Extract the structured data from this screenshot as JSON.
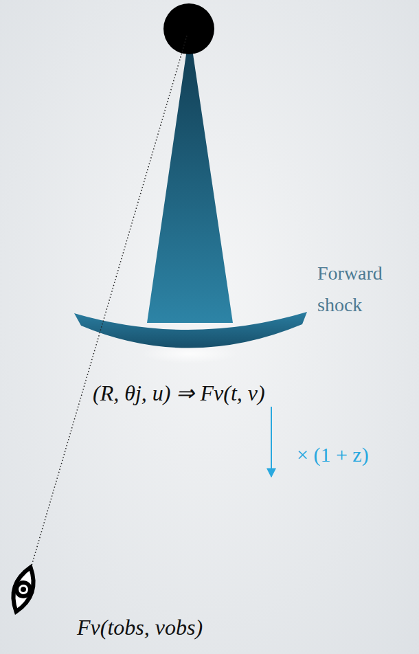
{
  "diagram": {
    "labels": [
      "Forward shock",
      "(R, θj, u) ⇒ Fν(t, ν)",
      "× (1 + z)",
      "Fν(tobs, νobs)"
    ]
  }
}
